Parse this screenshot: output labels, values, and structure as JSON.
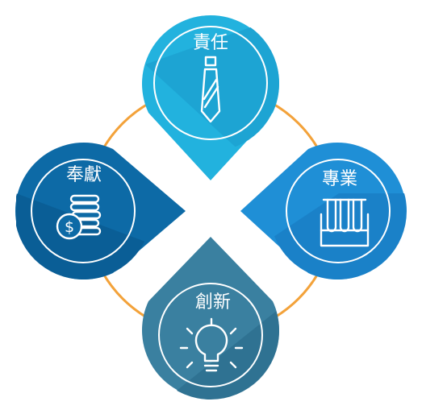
{
  "diagram": {
    "ring_color": "#f3a23a",
    "nodes": [
      {
        "key": "responsibility",
        "label": "責任",
        "icon": "necktie-icon",
        "color": "#22b2de",
        "shade": "#1da4d3"
      },
      {
        "key": "professional",
        "label": "專業",
        "icon": "test-tubes-icon",
        "color": "#1f8fd6",
        "shade": "#1a81c8"
      },
      {
        "key": "innovation",
        "label": "創新",
        "icon": "lightbulb-icon",
        "color": "#3a80a0",
        "shade": "#2f7292"
      },
      {
        "key": "dedication",
        "label": "奉獻",
        "icon": "coin-stack-icon",
        "color": "#0d6aa6",
        "shade": "#0a5e96"
      }
    ]
  }
}
